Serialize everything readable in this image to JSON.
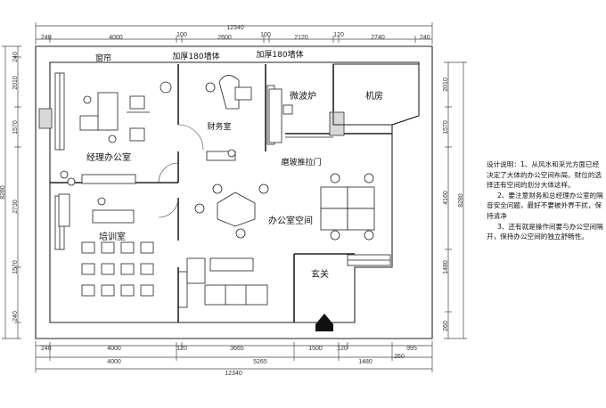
{
  "rooms": {
    "curtain": "窗帘",
    "wall_a": "加厚180墙体",
    "wall_b": "加厚180墙体",
    "microwave": "微波炉",
    "server_room": "机房",
    "finance": "财务室",
    "manager": "经理办公室",
    "sliding_door": "磨玻推拉门",
    "open_office": "办公室空间",
    "training": "培训室",
    "entrance": "玄关"
  },
  "dims": {
    "top_total": "12340",
    "top_segments": [
      "240",
      "4000",
      "100",
      "2600",
      "100",
      "2120",
      "120",
      "2740",
      "240"
    ],
    "bottom_segments": [
      "240",
      "4000",
      "120",
      "3665",
      "1500",
      "120",
      "995"
    ],
    "bottom_sub": [
      "4000",
      "5265",
      "1480",
      "260"
    ],
    "bottom_total": "12340",
    "left_outer": "8280",
    "left_segments": [
      "240",
      "2010",
      "1570",
      "2730",
      "1570",
      "240"
    ],
    "right_segments": [
      "2010",
      "1570",
      "4160",
      "1480",
      "260"
    ],
    "right_outer": "8280"
  },
  "notes": [
    "设计说明：1、从风水和采光方面已经决定了大体的办公空间布局。财位的选择还有空间的划分大体这样。",
    "2、要注意财务和总经理办公室的隔音安全问题，最好不要被外界干扰，保持清净",
    "3、还有就是操作间要与办公空间隔开，保持办公空间的独立舒畅性。"
  ]
}
